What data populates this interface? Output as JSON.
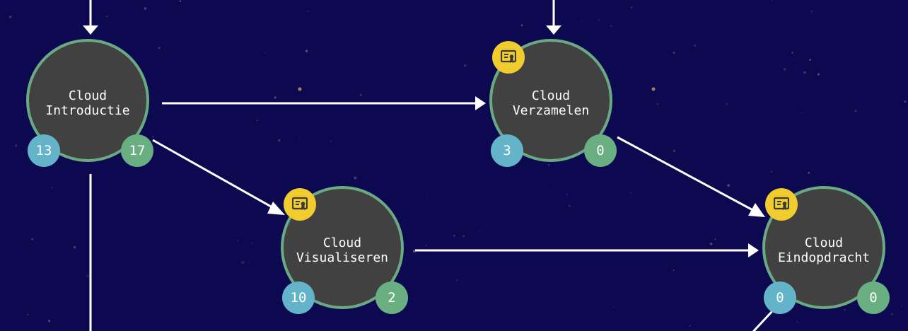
{
  "colors": {
    "background": "#0c0950",
    "node_fill": "#414141",
    "node_ring": "#6aaa82",
    "badge_left": "#63b4c8",
    "badge_right": "#6aaf82",
    "certificate_badge": "#f1cc2f",
    "arrow": "#ffffff"
  },
  "nodes": {
    "introductie": {
      "line1": "Cloud",
      "line2": "Introductie",
      "left_count": "13",
      "right_count": "17",
      "certificate": false
    },
    "verzamelen": {
      "line1": "Cloud",
      "line2": "Verzamelen",
      "left_count": "3",
      "right_count": "0",
      "certificate": true,
      "certificate_icon": "certificate-icon"
    },
    "visualiseren": {
      "line1": "Cloud",
      "line2": "Visualiseren",
      "left_count": "10",
      "right_count": "2",
      "certificate": true,
      "certificate_icon": "certificate-icon"
    },
    "eindopdracht": {
      "line1": "Cloud",
      "line2": "Eindopdracht",
      "left_count": "0",
      "right_count": "0",
      "certificate": true,
      "certificate_icon": "certificate-icon"
    }
  },
  "edges": [
    {
      "from": "offscreen-top",
      "to": "introductie"
    },
    {
      "from": "offscreen-top",
      "to": "verzamelen"
    },
    {
      "from": "introductie",
      "to": "verzamelen"
    },
    {
      "from": "introductie",
      "to": "visualiseren"
    },
    {
      "from": "verzamelen",
      "to": "eindopdracht"
    },
    {
      "from": "visualiseren",
      "to": "eindopdracht"
    },
    {
      "from": "introductie",
      "to": "offscreen-bottom"
    },
    {
      "from": "eindopdracht",
      "to": "offscreen-bottom"
    }
  ]
}
